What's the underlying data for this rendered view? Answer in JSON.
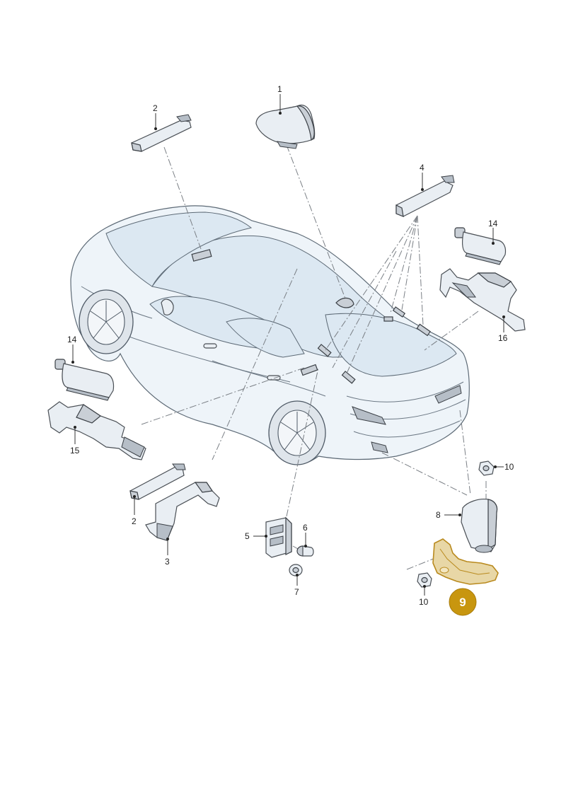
{
  "diagram": {
    "colors": {
      "highlight_fill": "#e8d7a6",
      "highlight_stroke": "#b98a1e",
      "badge": "#c8960f",
      "line": "#333333"
    },
    "callouts": [
      {
        "id": "c1",
        "label": "1"
      },
      {
        "id": "c2a",
        "label": "2"
      },
      {
        "id": "c2b",
        "label": "2"
      },
      {
        "id": "c3",
        "label": "3"
      },
      {
        "id": "c4",
        "label": "4"
      },
      {
        "id": "c5",
        "label": "5"
      },
      {
        "id": "c6",
        "label": "6"
      },
      {
        "id": "c7",
        "label": "7"
      },
      {
        "id": "c8",
        "label": "8"
      },
      {
        "id": "c10a",
        "label": "10"
      },
      {
        "id": "c10b",
        "label": "10"
      },
      {
        "id": "c14a",
        "label": "14"
      },
      {
        "id": "c14b",
        "label": "14"
      },
      {
        "id": "c15",
        "label": "15"
      },
      {
        "id": "c16",
        "label": "16"
      }
    ],
    "highlighted_part": {
      "label": "9"
    }
  }
}
